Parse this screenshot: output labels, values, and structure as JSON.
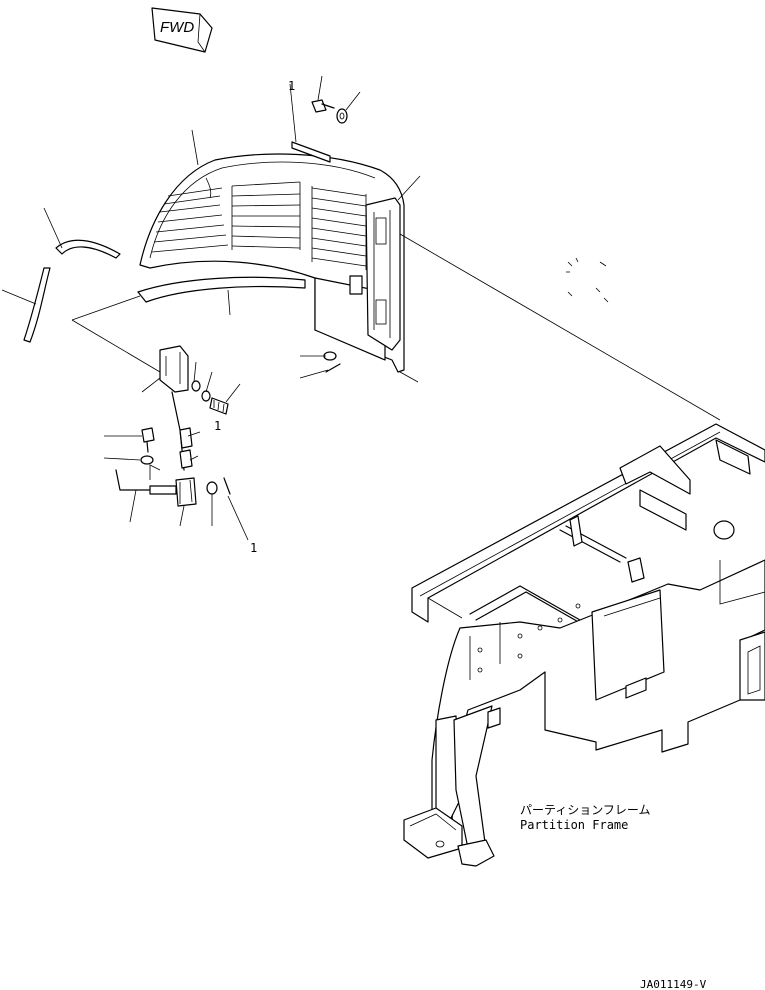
{
  "direction_label": "FWD",
  "frame_label_jp": "パーティションフレーム",
  "frame_label_en": "Partition Frame",
  "drawing_code": "JA011149-V",
  "callout_marks": {
    "bolt_top": "1",
    "bolt_mid": "1",
    "pin_bottom": "1"
  }
}
